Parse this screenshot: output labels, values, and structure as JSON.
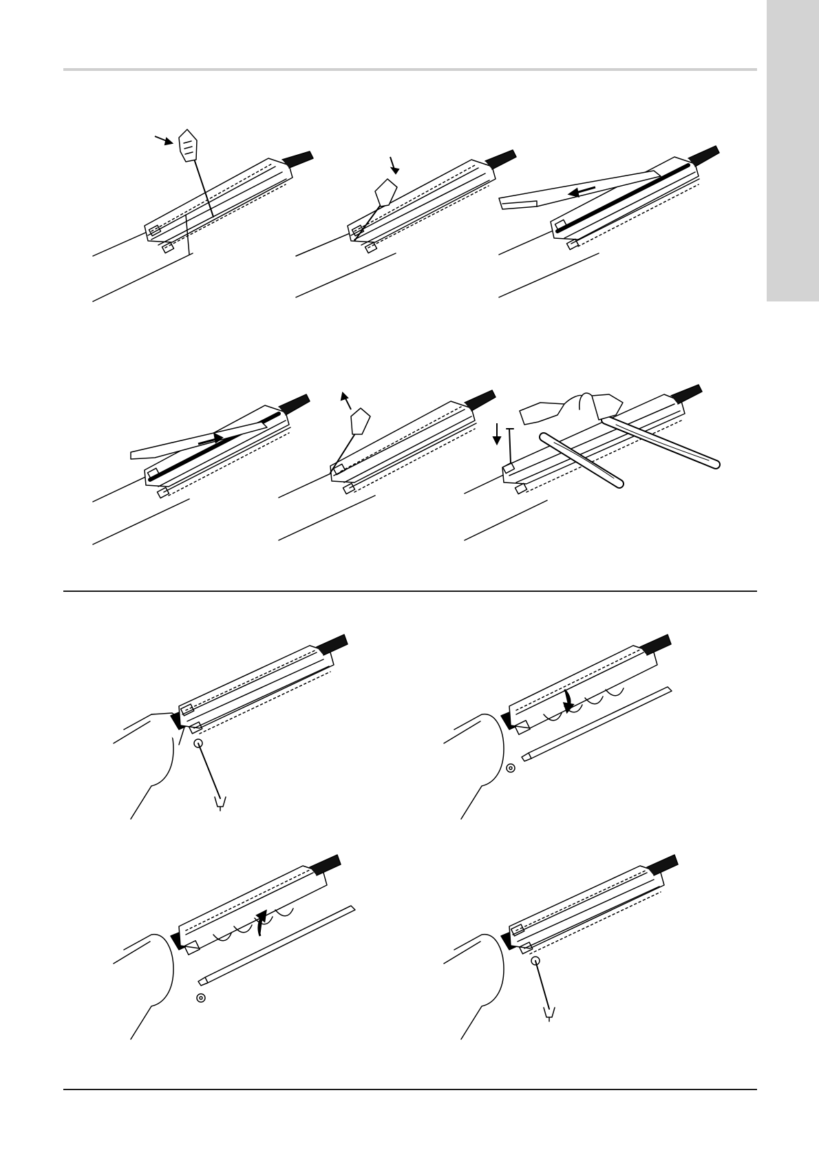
{
  "page": {
    "kind": "assembly-instruction-illustrations",
    "background": "#ffffff",
    "side_tab_color": "#d3d3d3",
    "rule_color": "#1a1a1a"
  },
  "figures": [
    {
      "id": "fig-1",
      "tool": "screwdriver",
      "action": "insert-screwdriver",
      "arrow": "inward"
    },
    {
      "id": "fig-2",
      "tool": "screwdriver",
      "action": "press-down",
      "arrow": "down"
    },
    {
      "id": "fig-3",
      "tool": "wedge",
      "action": "slide-wedge",
      "arrow": "left"
    },
    {
      "id": "fig-4",
      "tool": "wedge",
      "action": "slide-wedge",
      "arrow": "right"
    },
    {
      "id": "fig-5",
      "tool": "screwdriver",
      "action": "lift-out",
      "arrow": "up"
    },
    {
      "id": "fig-6",
      "tool": "hammers",
      "action": "drive-pin",
      "arrow": "down"
    },
    {
      "id": "fig-7",
      "tool": "fork-key",
      "action": "loosen"
    },
    {
      "id": "fig-8",
      "tool": "rod",
      "action": "remove-rod",
      "arrow": "down"
    },
    {
      "id": "fig-9",
      "tool": "rod",
      "action": "insert-rod",
      "arrow": "up"
    },
    {
      "id": "fig-10",
      "tool": "fork-key",
      "action": "tighten"
    }
  ]
}
